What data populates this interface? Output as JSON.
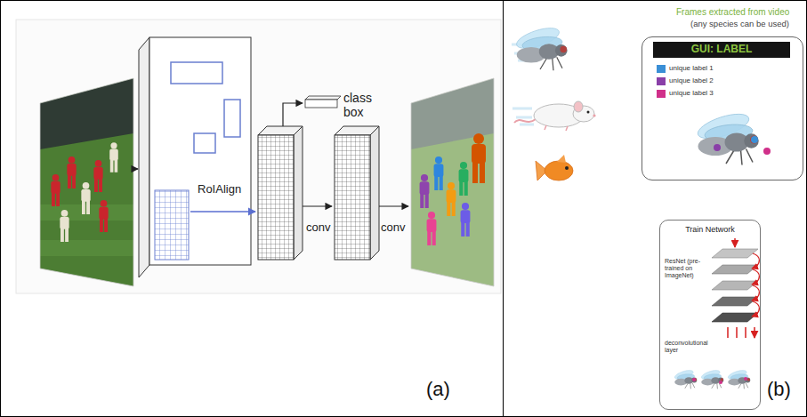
{
  "diagram": {
    "nodes": [
      {
        "text": [
          "(a)"
        ]
      },
      {
        "text": [
          "(b)"
        ]
      },
      {
        "text": [
          "GUI: LABEL",
          "unique label 1",
          "unique label 2",
          "unique label 3"
        ],
        "in": 1
      },
      {
        "text": [
          "Train Network",
          "ResNet (pre-trained on ImageNet)",
          "deconvolutional layer"
        ],
        "in": 1
      }
    ],
    "labels": [
      "RoIAlign",
      "class box",
      "conv",
      "conv",
      "Frames extracted from video",
      "(any species can be used)"
    ]
  }
}
